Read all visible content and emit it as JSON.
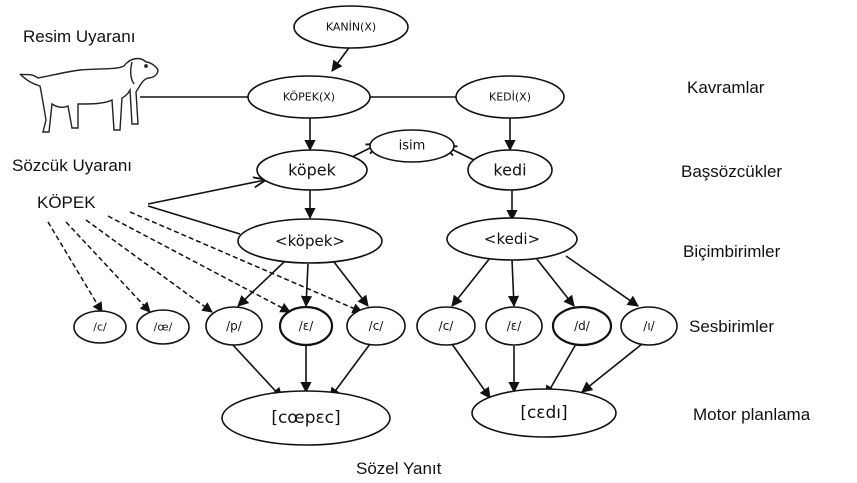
{
  "diagram": {
    "stimuli": {
      "picture_label": "Resim Uyaranı",
      "word_label": "Sözcük Uyaranı",
      "word": "KÖPEK"
    },
    "levels": {
      "concepts": "Kavramlar",
      "lemmas": "Başsözcükler",
      "morphemes": "Biçimbirimler",
      "phonemes": "Sesbirimler",
      "motor": "Motor planlama"
    },
    "output_label": "Sözel Yanıt",
    "nodes": {
      "canine": "KANİN(X)",
      "dog_concept": "KÖPEK(X)",
      "cat_concept": "KEDİ(X)",
      "noun": "isim",
      "dog_lemma": "köpek",
      "cat_lemma": "kedi",
      "dog_morpheme": "<köpek>",
      "cat_morpheme": "<kedi>",
      "ph_c1": "/c/",
      "ph_oe": "/œ/",
      "ph_p": "/p/",
      "ph_e1": "/ɛ/",
      "ph_c2": "/c/",
      "ph_c3": "/c/",
      "ph_e2": "/ɛ/",
      "ph_d": "/d/",
      "ph_i": "/ı/",
      "dog_motor": "[cœpɛc]",
      "cat_motor": "[cɛdı]"
    }
  }
}
